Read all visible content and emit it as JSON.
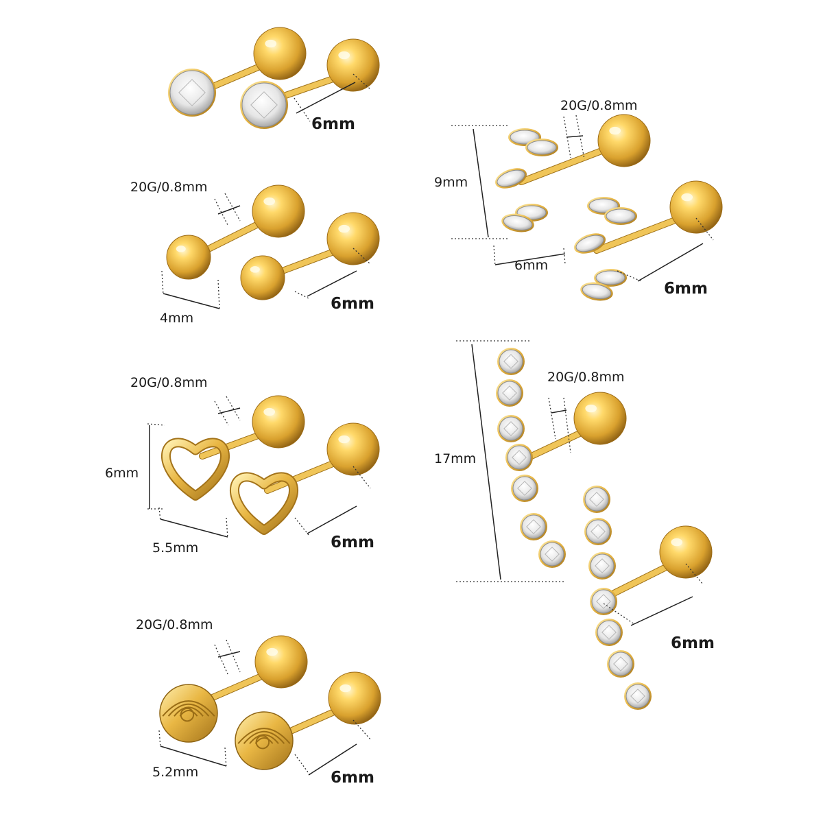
{
  "colors": {
    "gold_light": "#ffe9a0",
    "gold_mid": "#e2b33f",
    "gold_dark": "#a8781b",
    "crystal": "#eeeeee",
    "line": "#222222"
  },
  "products": [
    {
      "name": "round-crystal-stud",
      "labels": {
        "ball_size": "6mm"
      }
    },
    {
      "name": "ball-stud",
      "labels": {
        "gauge": "20G/0.8mm",
        "front_size": "4mm",
        "ball_size": "6mm"
      }
    },
    {
      "name": "heart-stud",
      "labels": {
        "gauge": "20G/0.8mm",
        "height": "6mm",
        "width": "5.5mm",
        "ball_size": "6mm"
      }
    },
    {
      "name": "rose-stud",
      "labels": {
        "gauge": "20G/0.8mm",
        "width": "5.2mm",
        "ball_size": "6mm"
      }
    },
    {
      "name": "marquise-crawler",
      "labels": {
        "gauge": "20G/0.8mm",
        "height": "9mm",
        "width": "6mm",
        "ball_size": "6mm"
      }
    },
    {
      "name": "crystal-climber",
      "labels": {
        "gauge": "20G/0.8mm",
        "height": "17mm",
        "ball_size": "6mm"
      }
    }
  ]
}
